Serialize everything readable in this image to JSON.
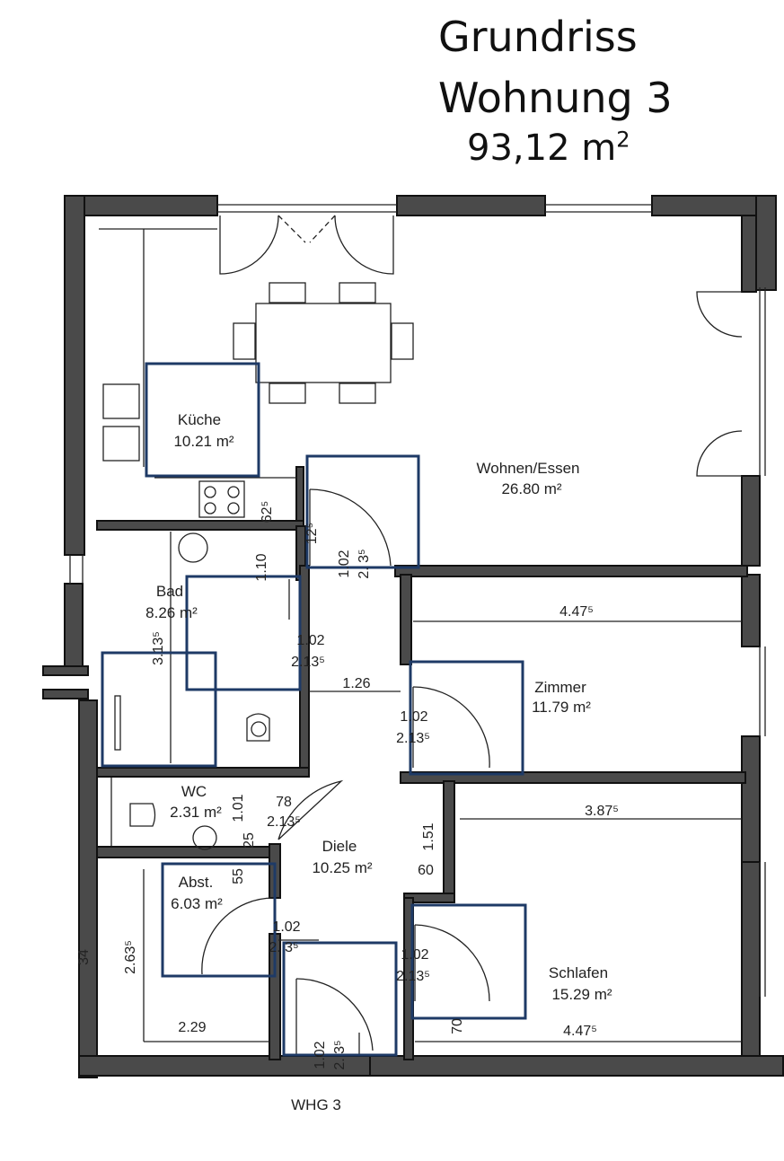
{
  "header": {
    "line1": "Grundriss",
    "line2": "Wohnung 3",
    "area_value": "93,12 m",
    "area_exp": "2"
  },
  "rooms": {
    "kueche": {
      "name": "Küche",
      "area": "10.21 m²"
    },
    "wohnen": {
      "name": "Wohnen/Essen",
      "area": "26.80 m²"
    },
    "bad": {
      "name": "Bad",
      "area": "8.26 m²"
    },
    "zimmer": {
      "name": "Zimmer",
      "area": "11.79 m²"
    },
    "wc": {
      "name": "WC",
      "area": "2.31 m²"
    },
    "diele": {
      "name": "Diele",
      "area": "10.25 m²"
    },
    "abst": {
      "name": "Abst.",
      "area": "6.03 m²"
    },
    "schlafen": {
      "name": "Schlafen",
      "area": "15.29 m²"
    }
  },
  "dimensions": {
    "d_625": "62⁵",
    "d_125": "12⁵",
    "d_1025": "1.02",
    "d_235": "2. 3⁵",
    "d_110": "1.10",
    "d_3135": "3.13⁵",
    "d_bad_door_w": "1.02",
    "d_bad_door_h": "2.13⁵",
    "d_126": "1.26",
    "d_4475_top": "4.47⁵",
    "d_zim_door_w": "1.02",
    "d_zim_door_h": "2.13⁵",
    "d_3875": "3.87⁵",
    "d_101": "1.01",
    "d_78": "78",
    "d_wc_door_h": "2.13⁵",
    "d_25": "25",
    "d_151": "1.51",
    "d_60": "60",
    "d_55": "55",
    "d_abst_door_w": "1.02",
    "d_abst_door_h": "2. 3⁵",
    "d_2635": "2.63⁵",
    "d_229": "2.29",
    "d_sch_door_w": "1.02",
    "d_sch_door_h": "2.13⁵",
    "d_70": "70",
    "d_4475_bottom": "4.47⁵",
    "d_entry_w": "1.02",
    "d_entry_h": "2. 3⁵",
    "d_34": "34"
  },
  "entrance_label": "WHG 3"
}
